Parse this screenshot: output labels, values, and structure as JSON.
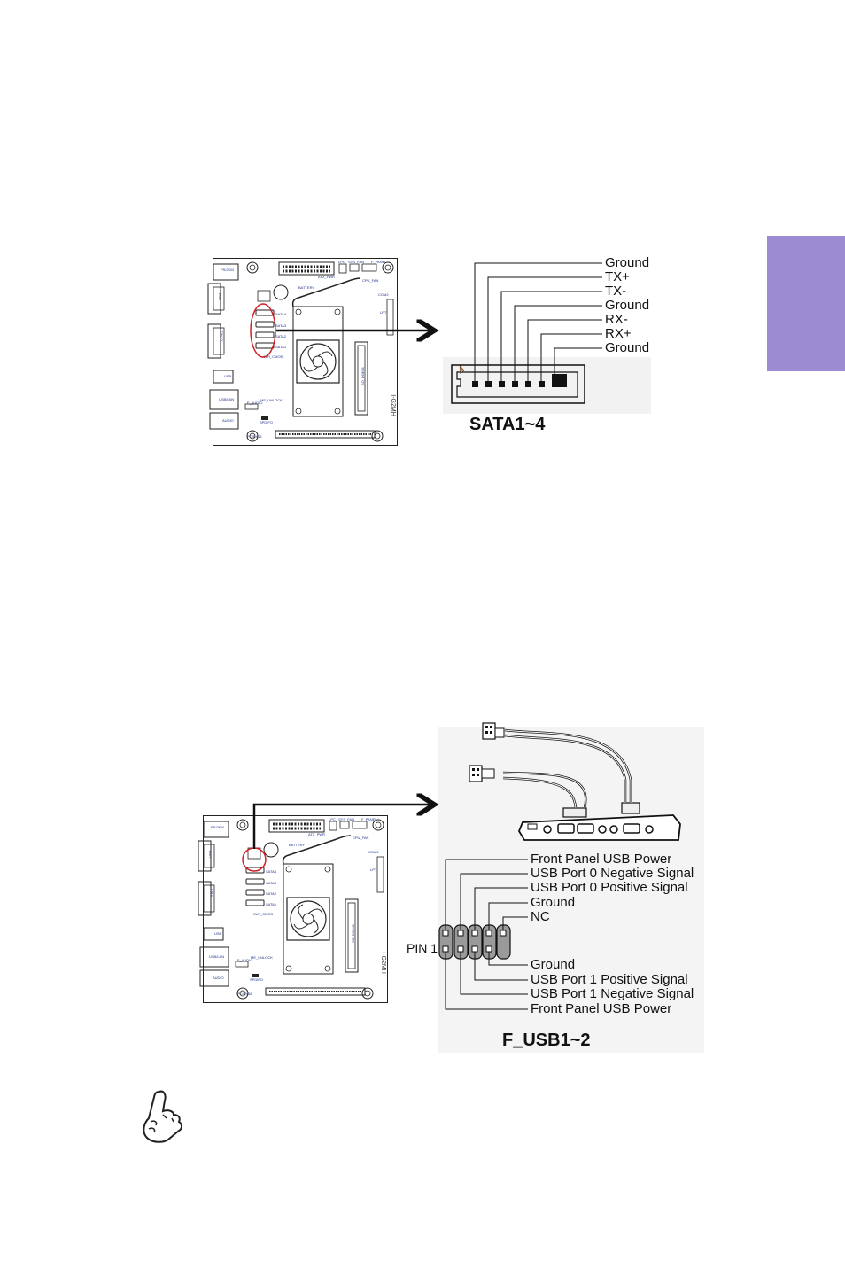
{
  "sata": {
    "title": "SATA1~4",
    "pins": [
      "Ground",
      "TX+",
      "TX-",
      "Ground",
      "RX-",
      "RX+",
      "Ground"
    ]
  },
  "fusb": {
    "title": "F_USB1~2",
    "pin1_label": "PIN 1",
    "top_pins": [
      "Front Panel USB Power",
      "USB Port 0 Negative Signal",
      "USB Port 0 Positive Signal",
      "Ground",
      "NC"
    ],
    "bottom_pins": [
      "Ground",
      "USB Port 1 Positive Signal",
      "USB Port 1 Negative Signal",
      "Front Panel USB Power"
    ]
  },
  "board_labels": {
    "ps2": "PS/2KM",
    "vga": "VGA",
    "com": "COM1",
    "usb": "USB",
    "usb_lan": "USB/LAN",
    "audio": "AUDIO",
    "battery": "BATTERY",
    "atx_pwr": "ATX_PWR",
    "pcie": "PCIEX16",
    "f_audio": "F_AUDIO",
    "me_unlock": "ME_UNLOCK",
    "sata1": "SATA1",
    "sata2": "SATA2",
    "sata3": "SATA3",
    "sata4": "SATA4",
    "clr_cmos": "CLR_CMOS",
    "lpt": "LPT",
    "com2": "COM2",
    "sys_fan": "SYS_FAN",
    "cpu_fan": "CPU_FAN",
    "lpc": "LPC",
    "f_panel": "F_PANEL",
    "so_dimm": "SO_DIMM1",
    "spdif": "SPDIFO",
    "model": "I-G2MH"
  }
}
